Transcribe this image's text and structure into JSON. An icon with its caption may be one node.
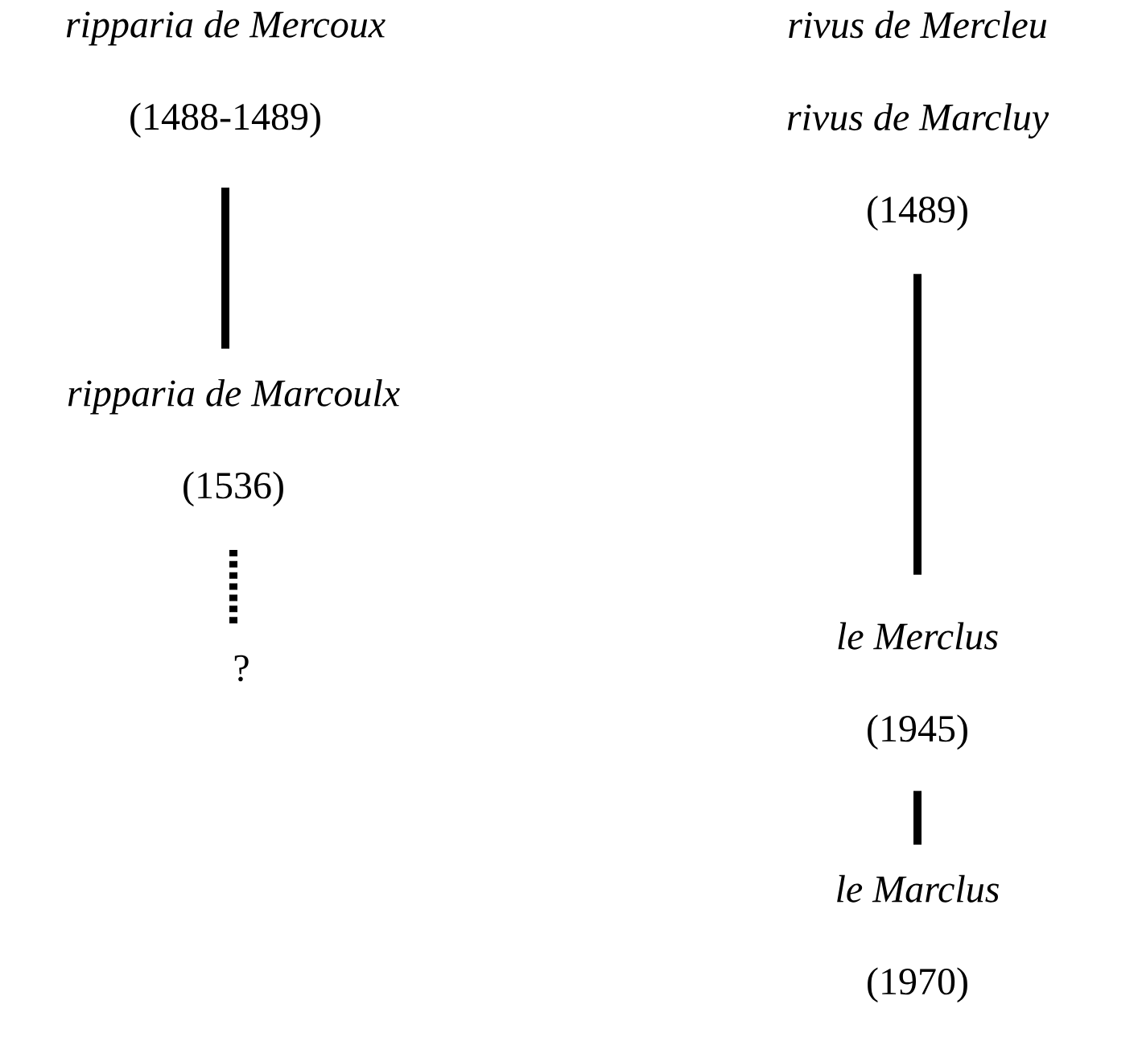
{
  "diagram": {
    "nodes": [
      {
        "text": [
          "ripparia de Mercoux",
          "(1488-1489)"
        ]
      },
      {
        "text": [
          "ripparia de Marcoulx",
          "(1536)"
        ]
      },
      {
        "text": [
          "?"
        ]
      },
      {
        "text": [
          "rivus de Mercleu",
          "rivus de Marcluy",
          "(1489)"
        ]
      },
      {
        "text": [
          "le Merclus",
          "(1945)"
        ]
      },
      {
        "text": [
          "le Marclus",
          "(1970)"
        ]
      }
    ],
    "edges": [
      {
        "from": 0,
        "to": 1,
        "arrow": "none"
      },
      {
        "from": 1,
        "to": 2,
        "arrow": "none",
        "style": "dashed"
      },
      {
        "from": 3,
        "to": 4,
        "arrow": "none"
      },
      {
        "from": 4,
        "to": 5,
        "arrow": "none"
      }
    ]
  }
}
